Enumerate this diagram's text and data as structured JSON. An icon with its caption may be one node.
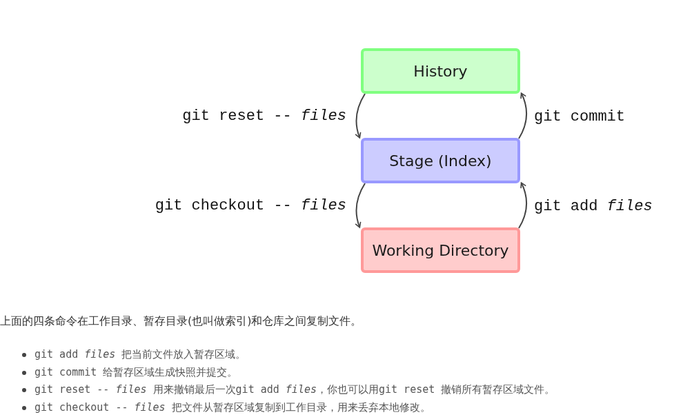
{
  "diagram": {
    "nodes": [
      {
        "text": [
          "History"
        ]
      },
      {
        "text": [
          "Stage (Index)"
        ]
      },
      {
        "text": [
          "Working Directory"
        ]
      }
    ],
    "edges": [
      {
        "from": 0,
        "to": 1,
        "arrow": "to",
        "label": "git reset -- *files*"
      },
      {
        "from": 1,
        "to": 0,
        "arrow": "to",
        "label": "git commit"
      },
      {
        "from": 1,
        "to": 2,
        "arrow": "to",
        "label": "git checkout -- *files*"
      },
      {
        "from": 2,
        "to": 1,
        "arrow": "to",
        "label": "git add *files*"
      }
    ],
    "labels": [
      "上面的四条命令在工作目录、暂存目录(也叫做索引)和仓库之间复制文件。",
      "git add *files* 把当前文件放入暂存区域。",
      "git commit 给暂存区域生成快照并提交。",
      "git reset -- *files* 用来撤销最后一次git add *files*，你也可以用git reset 撤销所有暂存区域文件。",
      "git checkout -- *files* 把文件从暂存区域复制到工作目录，用来丢弃本地修改。"
    ]
  }
}
